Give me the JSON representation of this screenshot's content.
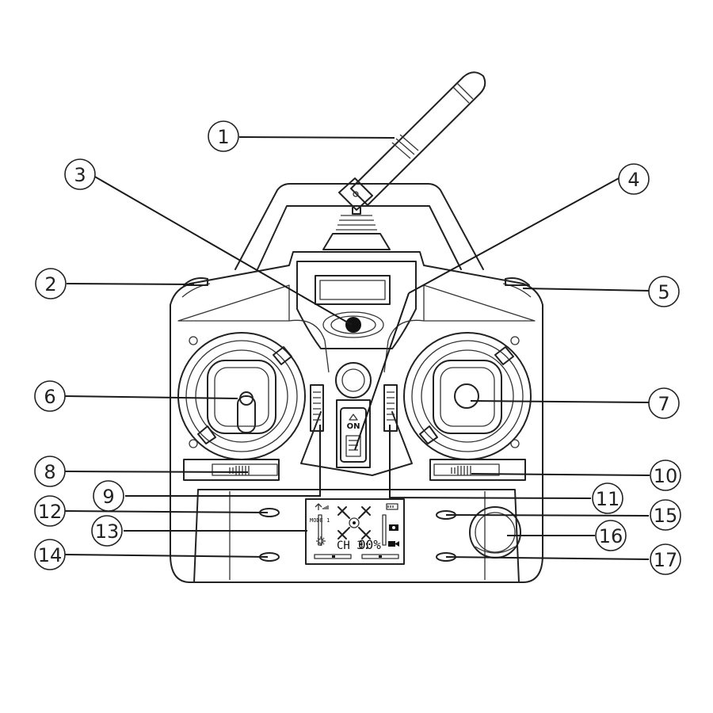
{
  "callouts": [
    {
      "id": "1",
      "label": "1"
    },
    {
      "id": "2",
      "label": "2"
    },
    {
      "id": "3",
      "label": "3"
    },
    {
      "id": "4",
      "label": "4"
    },
    {
      "id": "5",
      "label": "5"
    },
    {
      "id": "6",
      "label": "6"
    },
    {
      "id": "7",
      "label": "7"
    },
    {
      "id": "8",
      "label": "8"
    },
    {
      "id": "9",
      "label": "9"
    },
    {
      "id": "10",
      "label": "10"
    },
    {
      "id": "11",
      "label": "11"
    },
    {
      "id": "12",
      "label": "12"
    },
    {
      "id": "13",
      "label": "13"
    },
    {
      "id": "14",
      "label": "14"
    },
    {
      "id": "15",
      "label": "15"
    },
    {
      "id": "16",
      "label": "16"
    },
    {
      "id": "17",
      "label": "17"
    }
  ],
  "power_switch": {
    "label": "ON"
  },
  "lcd": {
    "mode": "MODE 1",
    "channel": "CH 3:",
    "value": "00%"
  }
}
